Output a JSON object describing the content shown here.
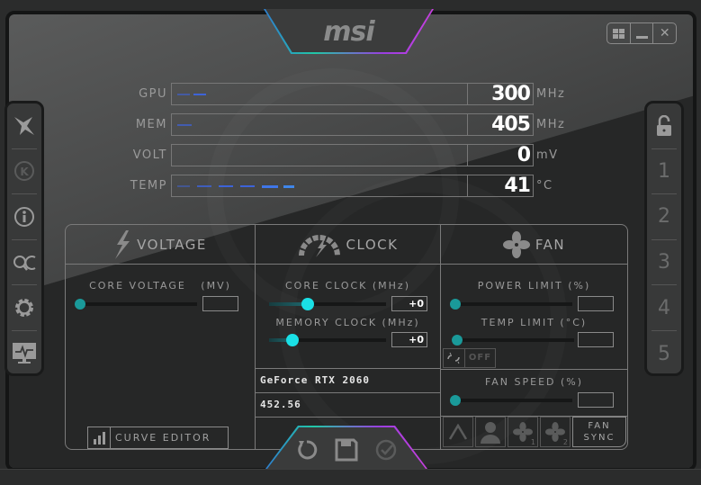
{
  "app": {
    "logo": "msi",
    "accent_colors": {
      "cyan": "#1ae0e6",
      "teal": "#1a9a9a",
      "blue_bar": "#3d63d8",
      "edge_purple": "#9a3fe0"
    }
  },
  "window_controls": [
    {
      "name": "windows-icon"
    },
    {
      "name": "minimize-icon"
    },
    {
      "name": "close-icon",
      "glyph": "✕"
    }
  ],
  "monitor": [
    {
      "label": "GPU",
      "value": "300",
      "unit": "MHz"
    },
    {
      "label": "MEM",
      "value": "405",
      "unit": "MHz"
    },
    {
      "label": "VOLT",
      "value": "0",
      "unit": "mV"
    },
    {
      "label": "TEMP",
      "value": "41",
      "unit": "°C"
    }
  ],
  "left_sidebar": [
    {
      "name": "kombustor"
    },
    {
      "name": "k-boost"
    },
    {
      "name": "info"
    },
    {
      "name": "oc-scanner"
    },
    {
      "name": "settings"
    },
    {
      "name": "monitoring"
    }
  ],
  "right_sidebar": {
    "lock": "unlocked",
    "profiles": [
      "1",
      "2",
      "3",
      "4",
      "5"
    ]
  },
  "sections": {
    "voltage": {
      "title": "VOLTAGE",
      "core_voltage_label": "CORE VOLTAGE",
      "core_voltage_unit": "(MV)",
      "core_voltage_value": "",
      "curve_editor": "CURVE EDITOR"
    },
    "clock": {
      "title": "CLOCK",
      "core_clock_label": "CORE CLOCK (MHz)",
      "core_clock_value": "+0",
      "memory_clock_label": "MEMORY CLOCK (MHz)",
      "memory_clock_value": "+0",
      "gpu_name": "GeForce RTX 2060",
      "driver_version": "452.56"
    },
    "fan": {
      "title": "FAN",
      "power_limit_label": "POWER LIMIT (%)",
      "power_limit_value": "",
      "temp_limit_label": "TEMP LIMIT (°C)",
      "temp_limit_value": "",
      "link_state": "OFF",
      "fan_speed_label": "FAN SPEED (%)",
      "fan_speed_value": "",
      "buttons": [
        "A",
        "user",
        "fan1",
        "fan2"
      ],
      "fan1_sub": "1",
      "fan2_sub": "2",
      "fan_sync_line1": "FAN",
      "fan_sync_line2": "SYNC"
    }
  },
  "actions": [
    "reset",
    "save",
    "apply"
  ]
}
